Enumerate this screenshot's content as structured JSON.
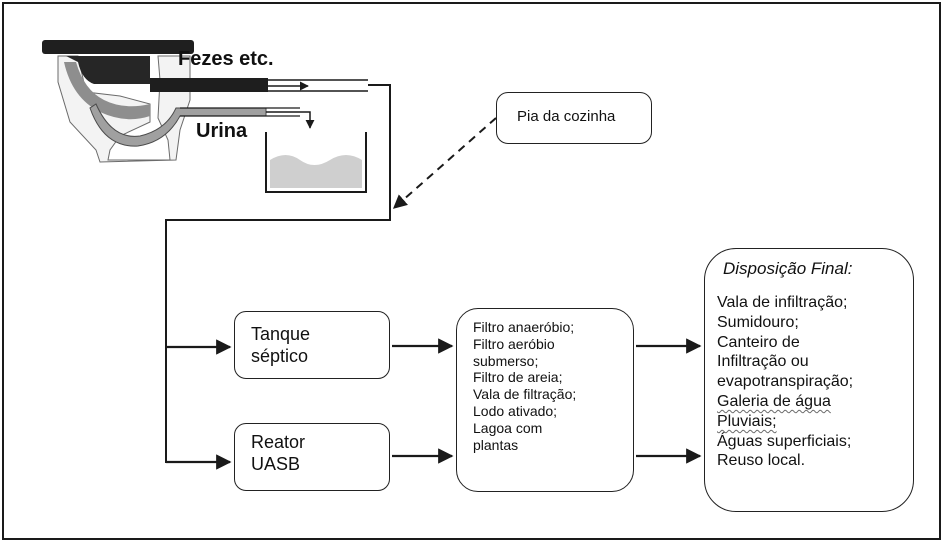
{
  "toilet": {
    "feces_label": "Fezes etc.",
    "urine_label": "Urina"
  },
  "kitchen_sink": {
    "label": "Pia da cozinha"
  },
  "primary": {
    "septic_tank": "Tanque\nséptico",
    "uasb": "Reator\nUASB"
  },
  "secondary": {
    "lines": [
      "Filtro anaeróbio;",
      "Filtro aeróbio",
      "submerso;",
      "Filtro de areia;",
      "Vala de filtração;",
      "Lodo ativado;",
      "Lagoa com",
      "plantas"
    ]
  },
  "final_disposal": {
    "title": "Disposição Final:",
    "lines": [
      "Vala de infiltração;",
      "Sumidouro;",
      "Canteiro de",
      "Infiltração ou",
      "evapotranspiração;",
      "Galeria de água",
      "Pluviais;",
      "Águas superficiais;",
      "Reuso local."
    ]
  },
  "colors": {
    "stroke": "#1a1a1a",
    "toilet_fill": "#2b2b2b",
    "toilet_gray": "#9a9a9a",
    "water": "#cfcfcf"
  }
}
